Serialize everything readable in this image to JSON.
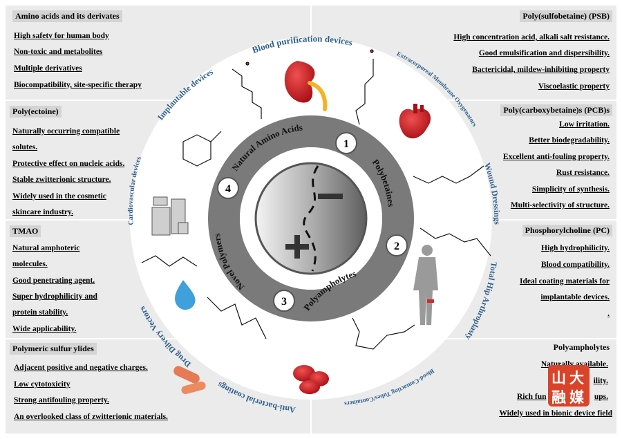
{
  "panels": {
    "amino": {
      "title": "Amino acids and its derivates",
      "items": [
        "High safety for human body",
        "Non-toxic and metabolites",
        "Multiple derivatives",
        "Biocompatibility, site-specific therapy"
      ]
    },
    "ectoine": {
      "title": "Poly(ectoine)",
      "items": [
        "Naturally occurring compatible",
        "solutes.",
        "Protective effect on nucleic acids.",
        "Stable zwitterionic structure.",
        "Widely used in the cosmetic",
        "skincare industry."
      ]
    },
    "tmao": {
      "title": "TMAO",
      "items": [
        "Natural amphoteric",
        "molecules.",
        "Good penetrating agent.",
        "Super hydrophilicity and",
        "protein stability.",
        "Wide applicability."
      ]
    },
    "sulfur": {
      "title": "Polymeric sulfur ylides",
      "items": [
        "Adjacent positive and negative charges.",
        "Low cytotoxicity",
        "Strong antifouling property.",
        "An overlooked class of zwitterionic materials."
      ]
    },
    "psb": {
      "title": "Poly(sulfobetaine) (PSB)",
      "items": [
        "High concentration acid, alkali salt resistance.",
        "Good emulsification and dispersibility.",
        "Bactericidal, mildew-inhibiting property",
        "Viscoelastic property"
      ]
    },
    "pcb": {
      "title": "Poly(carboxybetaine)s (PCB)s",
      "items": [
        "Low irritation.",
        "Better biodegradability.",
        "Excellent anti-fouling property.",
        "Rust resistance.",
        "Simplicity of synthesis.",
        "Multi-selectivity of structure."
      ]
    },
    "pc": {
      "title": "Phosphorylcholine (PC)",
      "items": [
        "High hydrophilicity.",
        "Blood compatibility.",
        "Ideal coating materials for",
        "implantable devices.",
        "."
      ]
    },
    "polyamph": {
      "title": "Polyampholytes",
      "items": [
        "Naturally available.",
        "ility.",
        "Rich fun",
        "ups.",
        "Widely used in bionic device field"
      ]
    }
  },
  "ring": {
    "seg1": "Natural Amino Acids",
    "seg2": "Polybetaines",
    "seg3": "Polyampholytes",
    "seg4": "Novel Polymers",
    "nums": [
      "1",
      "2",
      "3",
      "4"
    ]
  },
  "applications": {
    "blood": "Blood purification devices",
    "ecmo": "Extracorporeal Membrane Oxygenators",
    "wound": "Wound Dressings",
    "hip": "Total Hip Arthroplasty",
    "tubes": "Blood-Contacting Tubes/Containers",
    "antibac": "Anti-bacterial coatings",
    "drug": "Drug Dilvery Vectors",
    "cardio": "Cardiovascular devices",
    "implant": "Implantable devices"
  },
  "charges": {
    "minus": "−",
    "plus": "+"
  },
  "logo": {
    "chars": [
      "山",
      "大",
      "融",
      "媒"
    ]
  },
  "colors": {
    "panel": "#ebebeb",
    "ring": "#777777",
    "app_text": "#2e5f8a",
    "organ_red": "#c8181e"
  }
}
